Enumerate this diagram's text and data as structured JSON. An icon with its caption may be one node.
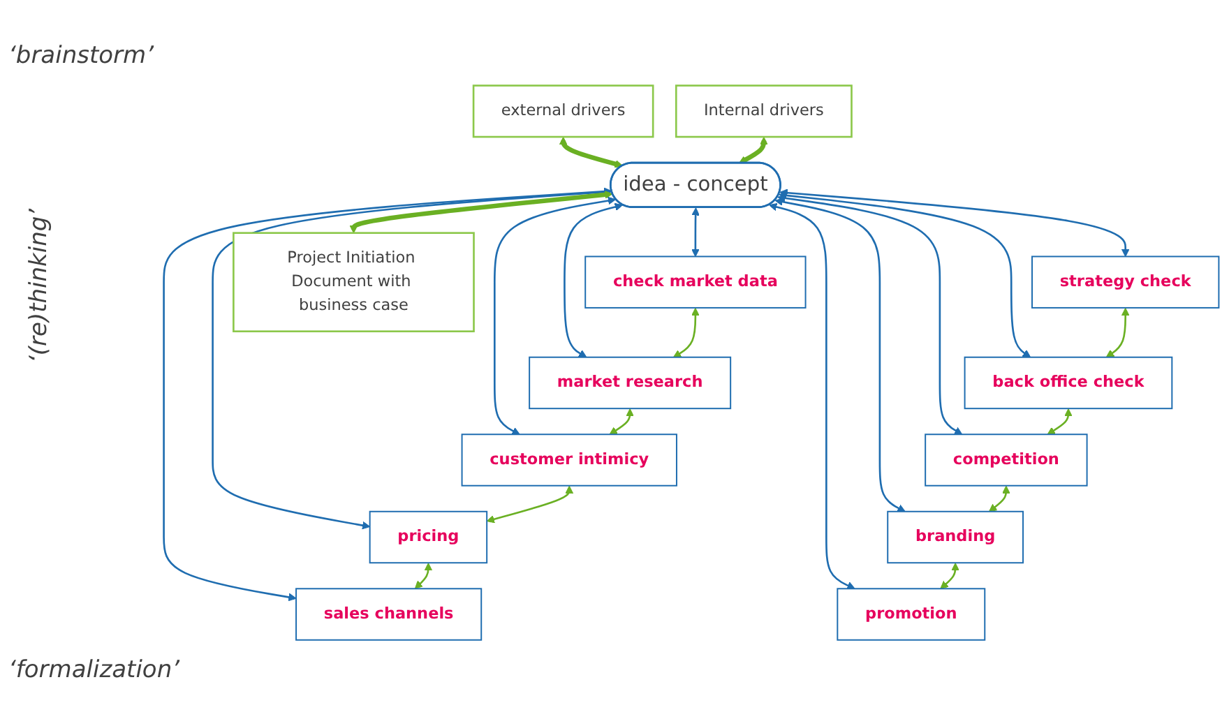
{
  "diagram": {
    "nodes": [
      {
        "text": [
          "external drivers"
        ]
      },
      {
        "text": [
          "Internal drivers"
        ]
      },
      {
        "text": [
          "idea - concept"
        ]
      },
      {
        "text": [
          "check market data"
        ]
      },
      {
        "text": [
          "market research"
        ]
      },
      {
        "text": [
          "customer intimicy"
        ]
      },
      {
        "text": [
          "pricing"
        ]
      },
      {
        "text": [
          "sales channels"
        ]
      },
      {
        "text": [
          "strategy check"
        ]
      },
      {
        "text": [
          "back office check"
        ]
      },
      {
        "text": [
          "competition"
        ]
      },
      {
        "text": [
          "branding"
        ]
      },
      {
        "text": [
          "promotion"
        ]
      },
      {
        "text": [
          "Project Initiation Document with business case"
        ]
      }
    ],
    "edges": [
      {
        "from": 0,
        "to": 2,
        "arrow": "both",
        "style": "thick"
      },
      {
        "from": 1,
        "to": 2,
        "arrow": "both",
        "style": "thick"
      },
      {
        "from": 2,
        "to": 3,
        "arrow": "both",
        "color": "#1f6db0"
      },
      {
        "from": 2,
        "to": 4,
        "arrow": "both",
        "color": "#1f6db0"
      },
      {
        "from": 2,
        "to": 5,
        "arrow": "both",
        "color": "#1f6db0"
      },
      {
        "from": 2,
        "to": 6,
        "arrow": "both",
        "color": "#1f6db0"
      },
      {
        "from": 2,
        "to": 7,
        "arrow": "both",
        "color": "#1f6db0"
      },
      {
        "from": 2,
        "to": 8,
        "arrow": "both",
        "color": "#1f6db0"
      },
      {
        "from": 2,
        "to": 9,
        "arrow": "both",
        "color": "#1f6db0"
      },
      {
        "from": 2,
        "to": 10,
        "arrow": "both",
        "color": "#1f6db0"
      },
      {
        "from": 2,
        "to": 11,
        "arrow": "both",
        "color": "#1f6db0"
      },
      {
        "from": 2,
        "to": 12,
        "arrow": "both",
        "color": "#1f6db0"
      },
      {
        "from": 3,
        "to": 4,
        "arrow": "both"
      },
      {
        "from": 4,
        "to": 5,
        "arrow": "both"
      },
      {
        "from": 5,
        "to": 6,
        "arrow": "both"
      },
      {
        "from": 6,
        "to": 7,
        "arrow": "both"
      },
      {
        "from": 8,
        "to": 9,
        "arrow": "both"
      },
      {
        "from": 9,
        "to": 10,
        "arrow": "both"
      },
      {
        "from": 10,
        "to": 11,
        "arrow": "both"
      },
      {
        "from": 11,
        "to": 12,
        "arrow": "both"
      },
      {
        "from": 2,
        "to": 13,
        "arrow": "both",
        "style": "thick"
      }
    ],
    "labels": [
      "‘brainstorm’",
      "‘(re)thinking’",
      "‘formalization’"
    ]
  }
}
